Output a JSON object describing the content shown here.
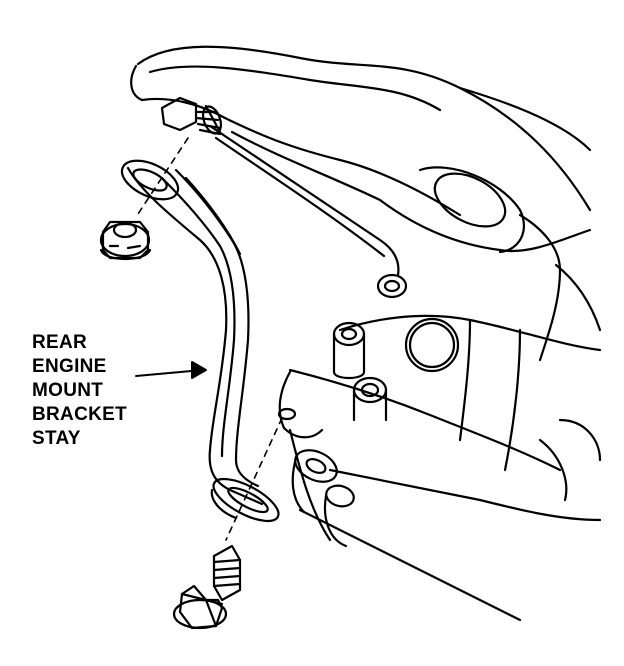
{
  "label": {
    "lines": [
      "REAR",
      "ENGINE",
      "MOUNT",
      "BRACKET",
      "STAY"
    ]
  },
  "parts": {
    "nut": "flange-nut",
    "stud": "threaded-stud",
    "stay": "rear-engine-mount-bracket-stay",
    "bolt": "flange-bolt",
    "frame": "engine-mount-frame"
  },
  "colors": {
    "line": "#000000",
    "background": "#ffffff"
  }
}
